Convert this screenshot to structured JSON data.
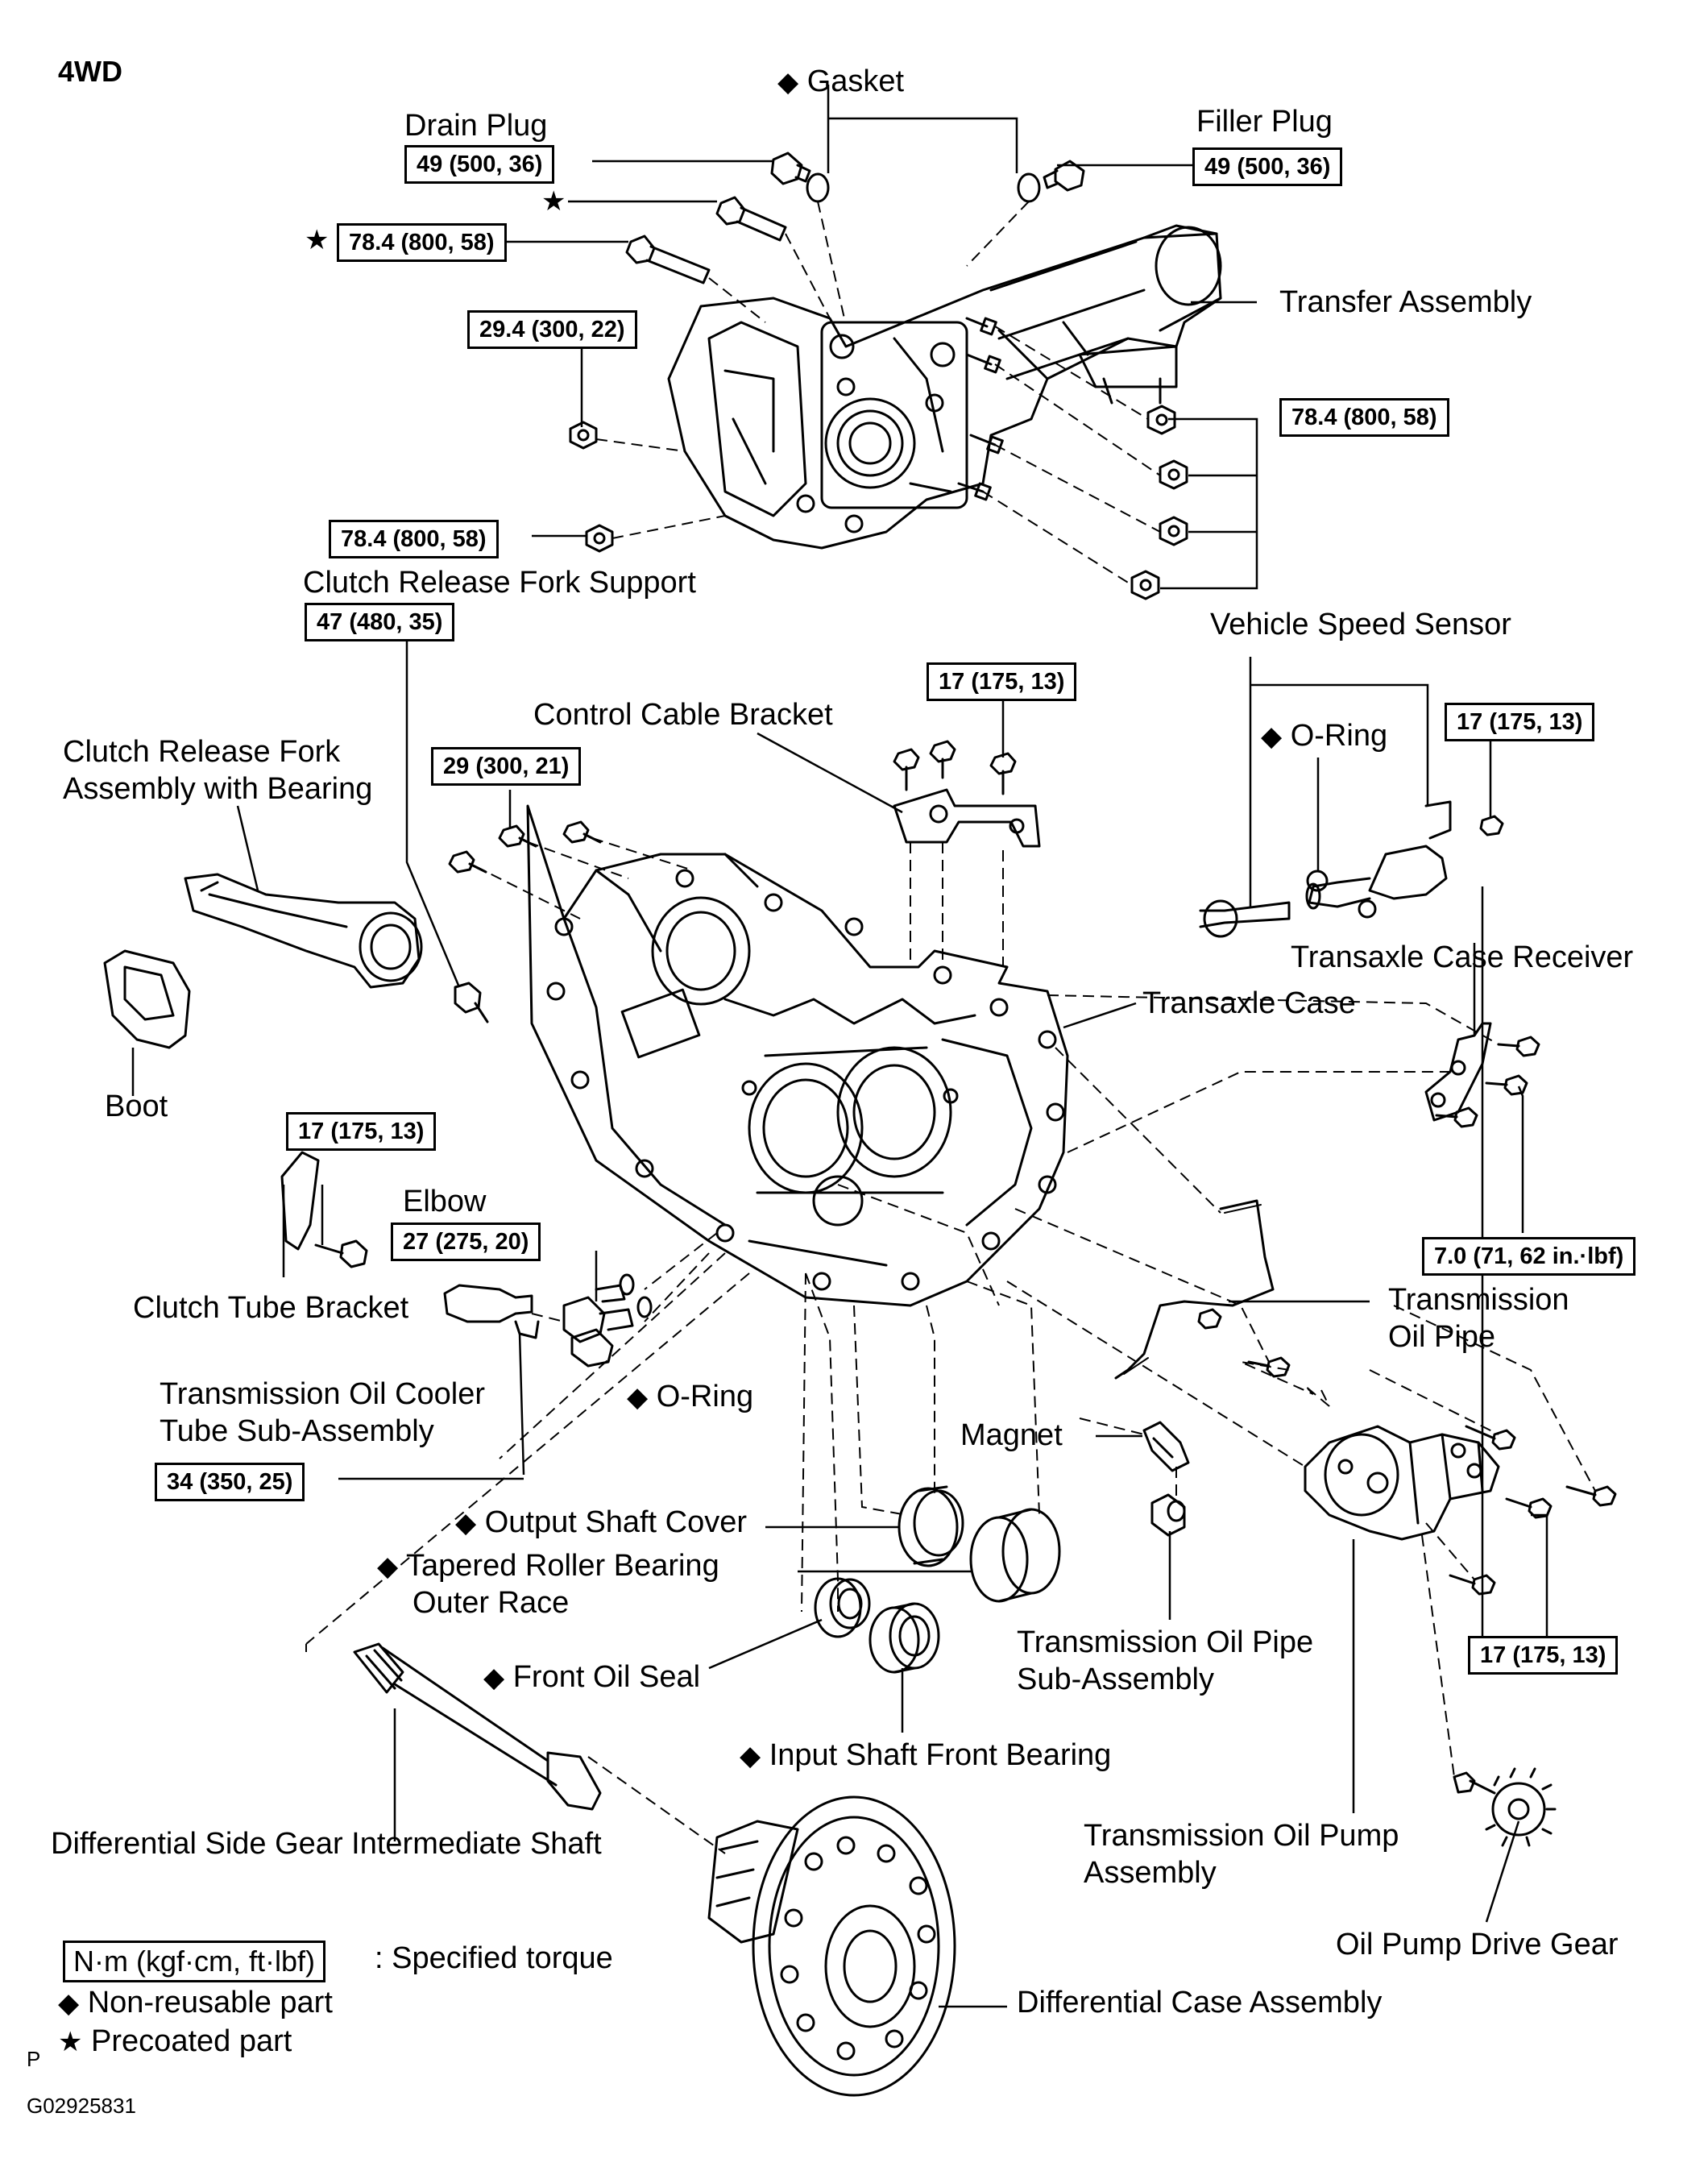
{
  "header": {
    "title": "4WD"
  },
  "labels": {
    "gasket": "Gasket",
    "drain_plug": "Drain Plug",
    "filler_plug": "Filler Plug",
    "transfer_assembly": "Transfer Assembly",
    "clutch_release_fork_support": "Clutch Release Fork Support",
    "vehicle_speed_sensor": "Vehicle Speed Sensor",
    "control_cable_bracket": "Control Cable Bracket",
    "o_ring_sensor": "O-Ring",
    "clutch_release_fork_line1": "Clutch Release Fork",
    "clutch_release_fork_line2": "Assembly with Bearing",
    "transaxle_case_receiver": "Transaxle Case Receiver",
    "transaxle_case": "Transaxle Case",
    "boot": "Boot",
    "elbow": "Elbow",
    "clutch_tube_bracket": "Clutch Tube Bracket",
    "transmission_oil_pipe_line1": "Transmission",
    "transmission_oil_pipe_line2": "Oil Pipe",
    "oil_cooler_tube_line1": "Transmission Oil Cooler",
    "oil_cooler_tube_line2": "Tube  Sub-Assembly",
    "o_ring_elbow": "O-Ring",
    "magnet": "Magnet",
    "output_shaft_cover": "Output Shaft Cover",
    "tapered_roller_line1": "Tapered Roller Bearing",
    "tapered_roller_line2": "Outer Race",
    "oil_pipe_sub_line1": "Transmission Oil Pipe",
    "oil_pipe_sub_line2": "Sub-Assembly",
    "front_oil_seal": "Front Oil Seal",
    "input_shaft_front_bearing": "Input Shaft Front Bearing",
    "diff_side_gear_shaft": "Differential Side Gear Intermediate Shaft",
    "oil_pump_line1": "Transmission Oil Pump",
    "oil_pump_line2": "Assembly",
    "oil_pump_drive_gear": "Oil Pump Drive Gear",
    "differential_case_assembly": "Differential Case Assembly"
  },
  "torque": {
    "drain_plug": "49 (500, 36)",
    "filler_plug": "49 (500, 36)",
    "precoated_bolt": "78.4 (800, 58)",
    "transfer_upper_nut": "29.4 (300, 22)",
    "transfer_nuts": "78.4 (800, 58)",
    "transfer_lower": "78.4 (800, 58)",
    "fork_support": "47 (480, 35)",
    "control_cable_bracket": "17 (175, 13)",
    "speed_sensor": "17 (175, 13)",
    "case_bolts": "29 (300, 21)",
    "clutch_tube_bracket": "17 (175, 13)",
    "elbow": "27 (275, 20)",
    "case_receiver": "7.0 (71, 62 in.·lbf)",
    "oil_cooler_tube": "34 (350, 25)",
    "oil_pump": "17 (175, 13)"
  },
  "legend": {
    "unit_box": "N·m (kgf·cm, ft·lbf)",
    "unit_text": ": Specified torque",
    "non_reusable": "Non-reusable part",
    "precoated": "Precoated part"
  },
  "symbols": {
    "non_reusable": "◆",
    "precoated": "★"
  },
  "footer": {
    "p_mark": "P",
    "figure_id": "G02925831"
  }
}
